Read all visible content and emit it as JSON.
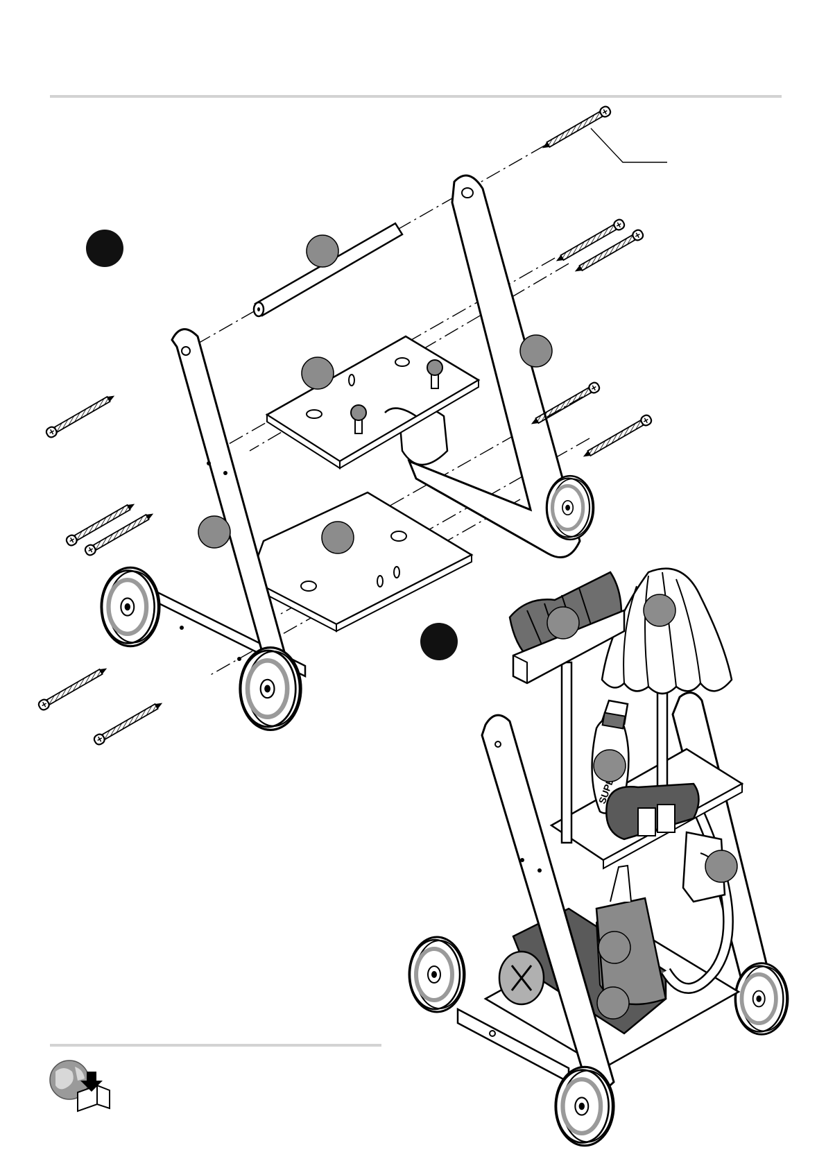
{
  "page": {
    "kind": "assembly-instruction-sheet",
    "colors": {
      "ink": "#000000",
      "paper": "#ffffff",
      "rule": "#d3d3d3",
      "part_marker": "#8c8c8c",
      "step_marker": "#111111",
      "wheel_ring": "#9a9a9a",
      "cloth_gray": "#6e6e6e",
      "dustpan_gray": "#8a8a8a",
      "vacuum_gray": "#5a5a5a"
    }
  },
  "steps": [
    {
      "id": "step-1",
      "label": ""
    },
    {
      "id": "step-2",
      "label": ""
    }
  ],
  "exploded_view": {
    "part_markers": [
      {
        "id": "rod",
        "label": ""
      },
      {
        "id": "upper-shelf",
        "label": ""
      },
      {
        "id": "right-side-frame",
        "label": ""
      },
      {
        "id": "left-side-frame",
        "label": ""
      },
      {
        "id": "lower-shelf",
        "label": ""
      }
    ],
    "screw_callout": {
      "label": ""
    }
  },
  "assembled_view": {
    "accessory_markers": [
      {
        "id": "brush",
        "label": ""
      },
      {
        "id": "mop",
        "label": ""
      },
      {
        "id": "bottle",
        "label": ""
      },
      {
        "id": "cloth",
        "label": ""
      },
      {
        "id": "dustpan",
        "label": ""
      },
      {
        "id": "vacuum",
        "label": ""
      }
    ],
    "bottle_label": "SUPER"
  },
  "footer": {
    "icon": "globe-download-manual-icon"
  }
}
